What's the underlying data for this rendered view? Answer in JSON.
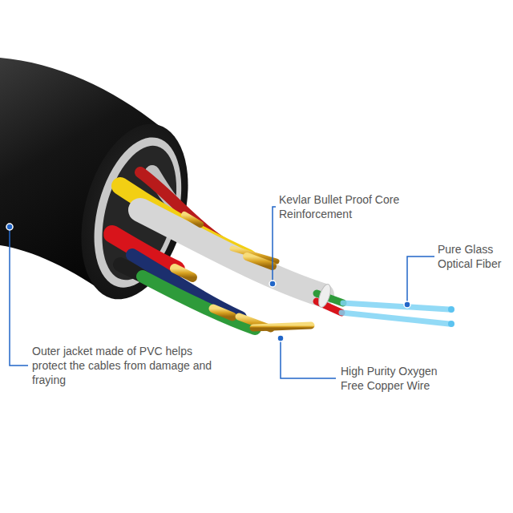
{
  "diagram": {
    "labels": [
      "Kevlar Bullet Proof Core Reinforcement",
      "Pure Glass Optical Fiber",
      "Outer jacket made of PVC helps protect the cables from damage and fraying",
      "High Purity Oxygen Free Copper Wire"
    ]
  }
}
